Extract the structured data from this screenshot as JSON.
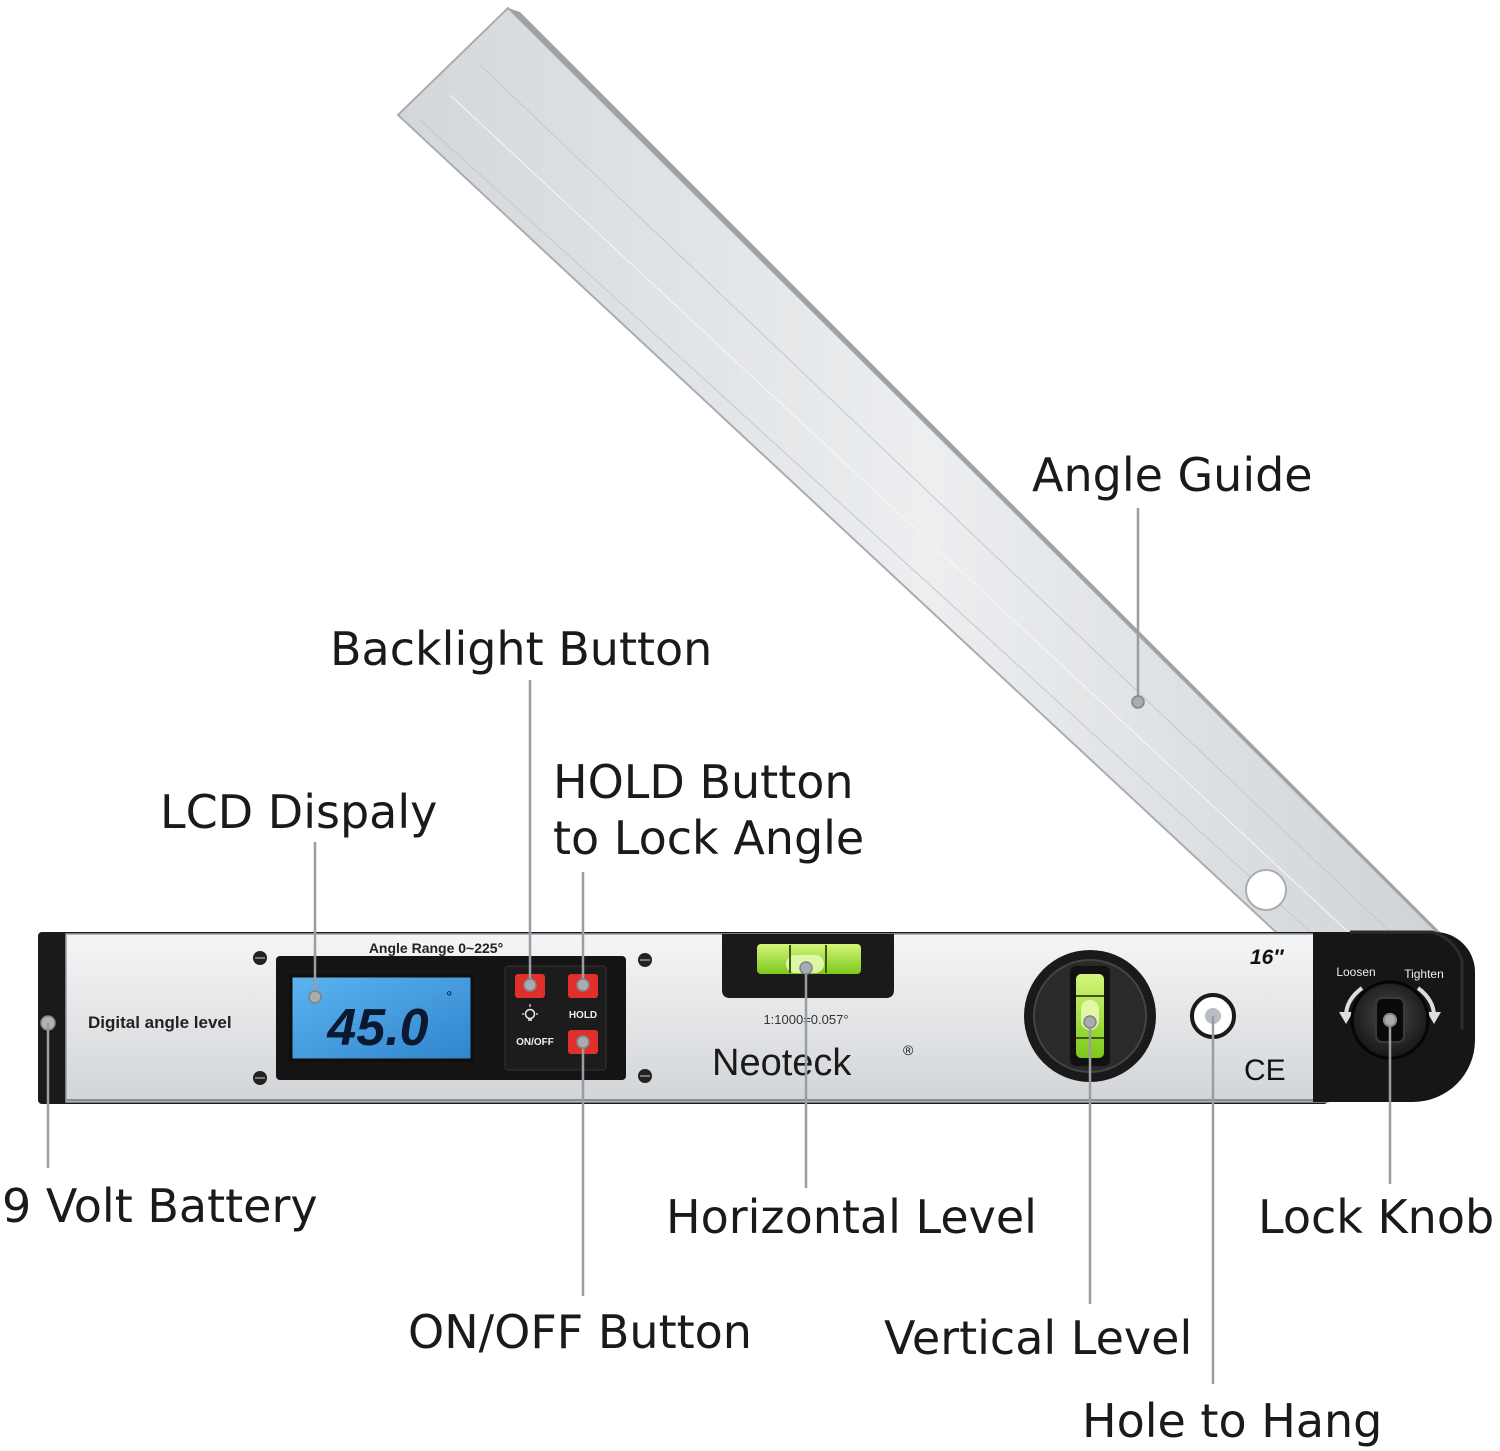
{
  "callouts": {
    "angle_guide": "Angle Guide",
    "backlight_button": "Backlight Button",
    "hold_button_line1": "HOLD Button",
    "hold_button_line2": "to Lock Angle",
    "lcd_display": "LCD Dispaly",
    "battery": "9 Volt Battery",
    "horizontal_level": "Horizontal Level",
    "lock_knob": "Lock Knob",
    "on_off_button": "ON/OFF Button",
    "vertical_level": "Vertical Level",
    "hole_to_hang": "Hole to Hang"
  },
  "device": {
    "angle_range": "Angle Range 0~225°",
    "product_label": "Digital angle level",
    "lcd_reading": "45.0",
    "lcd_degree": "°",
    "hold_label": "HOLD",
    "onoff_label": "ON/OFF",
    "accuracy": "1:1000=0.057°",
    "brand": "Neoteck",
    "brand_mark": "®",
    "size": "16″",
    "ce_mark": "CE",
    "loosen": "Loosen",
    "tighten": "Tighten"
  },
  "icons": [
    "lightbulb-icon",
    "rotate-arrow-icon"
  ],
  "colors": {
    "lcd_blue": "#3f9ce0",
    "button_red": "#e0302c",
    "bubble_green": "#a6e02a",
    "body_black": "#1a1a1a",
    "aluminum": "#e4e6e8"
  }
}
